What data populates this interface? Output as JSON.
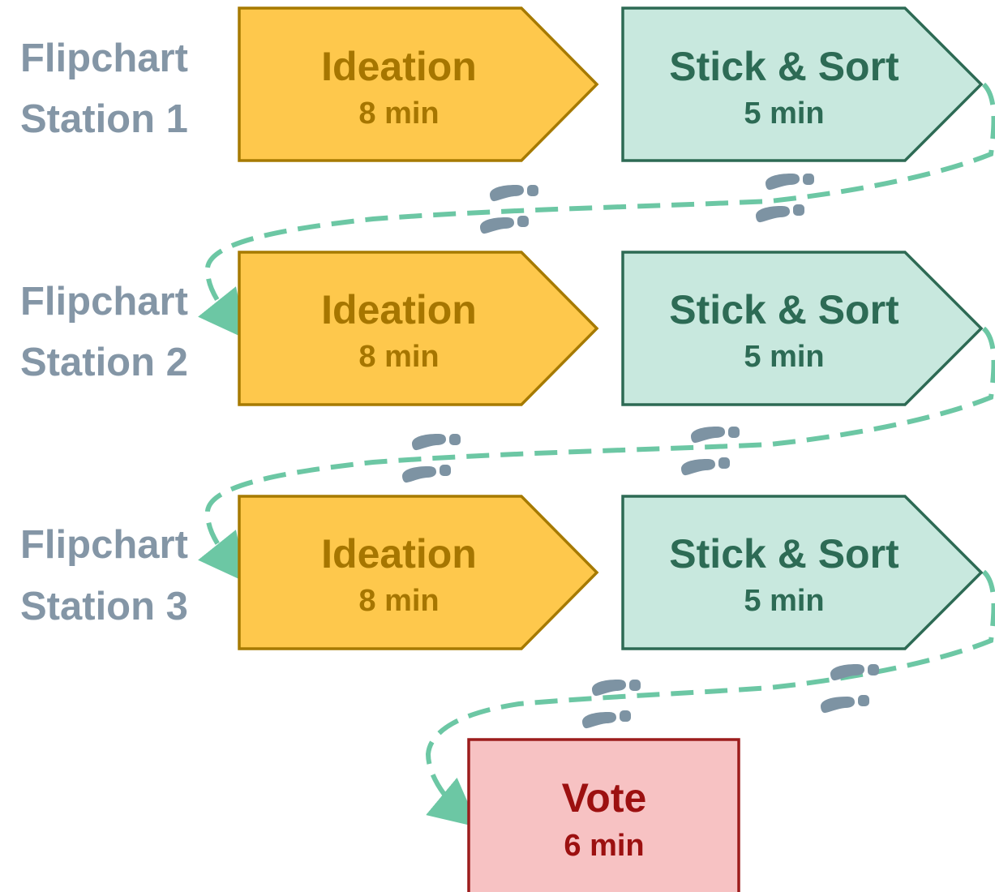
{
  "colors": {
    "station_label": "#8496a6",
    "ideation_fill": "#fec84c",
    "ideation_stroke": "#a67a00",
    "ideation_text": "#a67600",
    "stick_fill": "#c8e8de",
    "stick_stroke": "#2d6a54",
    "stick_text": "#2d6b55",
    "vote_fill": "#f7c2c3",
    "vote_stroke": "#9c1c1c",
    "vote_text": "#9c1010",
    "path": "#6cc7a4",
    "footprint": "#7d93a3"
  },
  "stations": [
    {
      "label_line1": "Flipchart",
      "label_line2": "Station 1",
      "ideation": {
        "title": "Ideation",
        "time": "8 min"
      },
      "stick_sort": {
        "title": "Stick & Sort",
        "time": "5 min"
      }
    },
    {
      "label_line1": "Flipchart",
      "label_line2": "Station 2",
      "ideation": {
        "title": "Ideation",
        "time": "8 min"
      },
      "stick_sort": {
        "title": "Stick & Sort",
        "time": "5 min"
      }
    },
    {
      "label_line1": "Flipchart",
      "label_line2": "Station 3",
      "ideation": {
        "title": "Ideation",
        "time": "8 min"
      },
      "stick_sort": {
        "title": "Stick & Sort",
        "time": "5 min"
      }
    }
  ],
  "vote": {
    "title": "Vote",
    "time": "6 min"
  },
  "footprint_icon": "footprints-icon"
}
